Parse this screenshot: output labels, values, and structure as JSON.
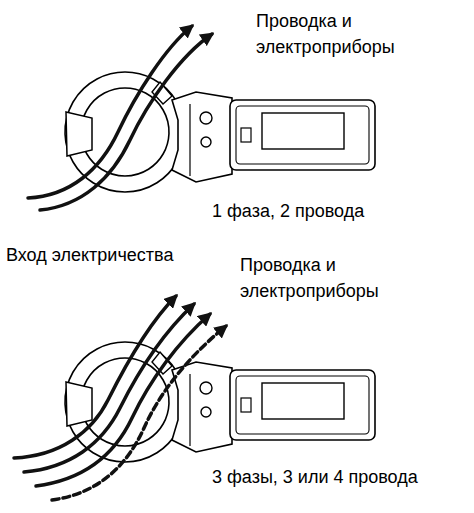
{
  "diagram": {
    "labels": [
      "Проводка и электроприборы",
      "1 фаза, 2 провода",
      "Вход электричества",
      "Проводка и электроприборы",
      "3 фазы, 3 или 4 провода"
    ]
  }
}
